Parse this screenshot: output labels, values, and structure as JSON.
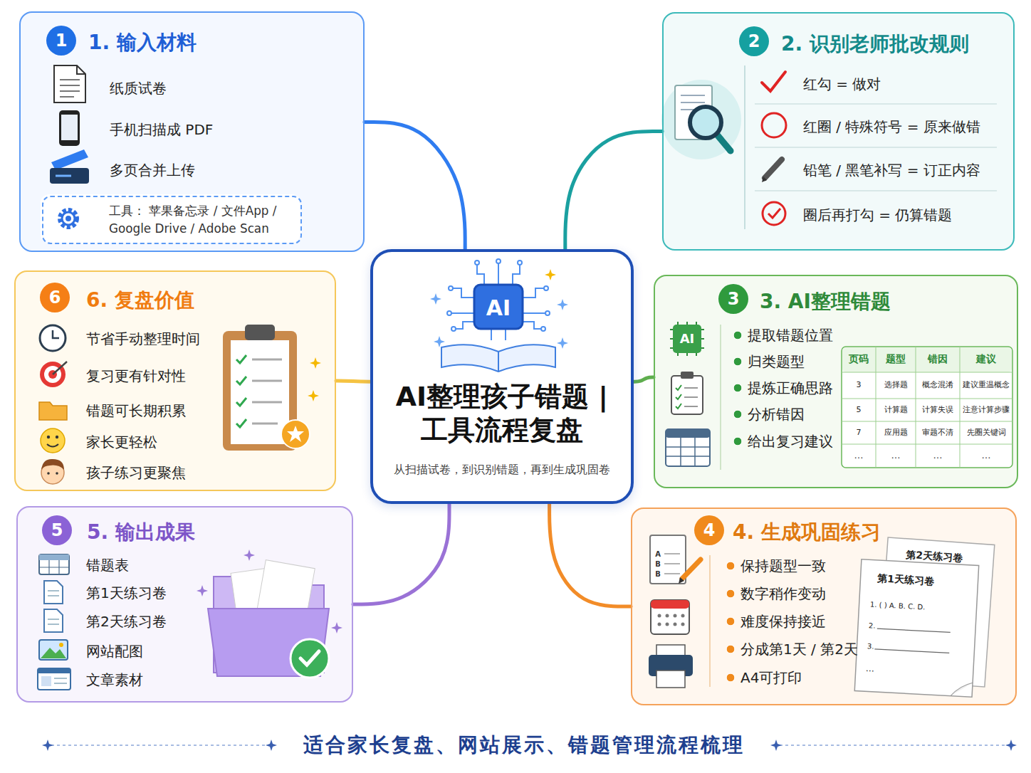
{
  "diagram": {
    "caption": "适合家长复盘、网站展示、错题管理流程梳理",
    "nodes": [
      {
        "text": [
          "1. 输入材料",
          "纸质试卷",
          "手机扫描成 PDF",
          "多页合并上传"
        ]
      },
      {
        "text": [
          "工具： 苹果备忘录 / 文件App / Google Drive / Adobe Scan"
        ],
        "in": 0
      },
      {
        "text": [
          "2. 识别老师批改规则",
          "红勾 = 做对",
          "红圈 / 特殊符号 = 原来做错",
          "铅笔 / 黑笔补写 = 订正内容",
          "圈后再打勾 = 仍算错题"
        ]
      },
      {
        "text": [
          "AI整理孩子错题 | 工具流程复盘",
          "从扫描试卷，到识别错题，再到生成巩固卷"
        ]
      },
      {
        "text": [
          "6. 复盘价值",
          "节省手动整理时间",
          "复习更有针对性",
          "错题可长期积累",
          "家长更轻松",
          "孩子练习更聚焦"
        ]
      },
      {
        "text": [
          "3. AI整理错题",
          "提取错题位置",
          "归类题型",
          "提炼正确思路",
          "分析错因",
          "给出复习建议"
        ]
      },
      {
        "text": [
          "5. 输出成果",
          "错题表",
          "第1天练习卷",
          "第2天练习卷",
          "网站配图",
          "文章素材"
        ]
      },
      {
        "text": [
          "4. 生成巩固练习",
          "保持题型一致",
          "数字稍作变动",
          "难度保持接近",
          "分成第1天 / 第2天",
          "A4可打印"
        ]
      }
    ],
    "edges": [
      {
        "from": 3,
        "to": 0,
        "arrow": "none"
      },
      {
        "from": 3,
        "to": 2,
        "arrow": "none"
      },
      {
        "from": 3,
        "to": 4,
        "arrow": "none"
      },
      {
        "from": 3,
        "to": 5,
        "arrow": "none"
      },
      {
        "from": 3,
        "to": 6,
        "arrow": "none"
      },
      {
        "from": 3,
        "to": 7,
        "arrow": "none"
      }
    ],
    "labels": [
      "1",
      "2",
      "3",
      "4",
      "5",
      "6",
      "AI",
      "AI",
      "页码",
      "题型",
      "错因",
      "建议",
      "3",
      "选择题",
      "概念混淆",
      "建议重温概念",
      "5",
      "计算题",
      "计算失误",
      "注意计算步骤",
      "7",
      "应用题",
      "审题不清",
      "先圈关键词",
      "…",
      "…",
      "…",
      "…",
      "A",
      "B",
      "B",
      "第2天练习卷",
      "第1天练习卷",
      "1. (  ) A. B. C. D.",
      "2.",
      "3.",
      "…"
    ]
  }
}
